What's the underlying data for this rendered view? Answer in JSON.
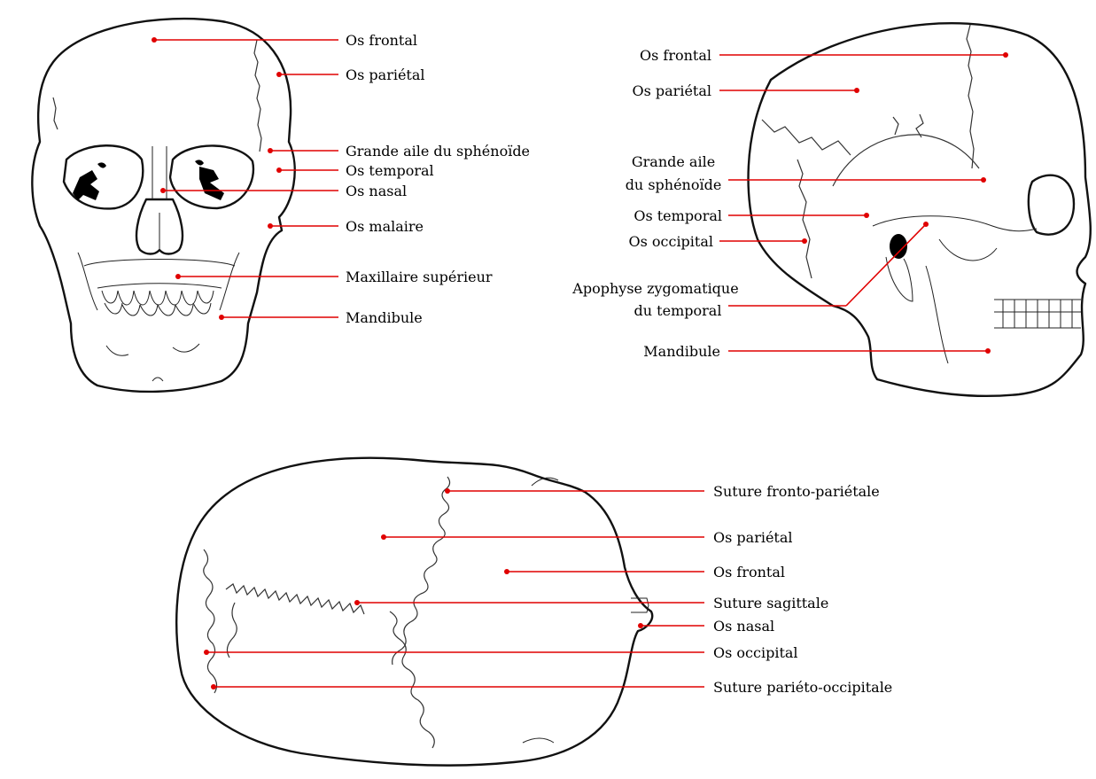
{
  "views": {
    "front": {
      "labels": [
        "Os frontal",
        "Os pariétal",
        "Grande aile du sphénoïde",
        "Os temporal",
        "Os nasal",
        "Os malaire",
        "Maxillaire supérieur",
        "Mandibule"
      ]
    },
    "side": {
      "labels": [
        "Os frontal",
        "Os pariétal",
        "Grande aile",
        "du sphénoïde",
        "Os temporal",
        "Os occipital",
        "Apophyse zygomatique",
        "du temporal",
        "Mandibule"
      ]
    },
    "top": {
      "labels": [
        "Suture fronto-pariétale",
        "Os pariétal",
        "Os frontal",
        "Suture sagittale",
        "Os nasal",
        "Os occipital",
        "Suture pariéto-occipitale"
      ]
    }
  },
  "colors": {
    "leader": "#e00000",
    "outline": "#111111"
  }
}
